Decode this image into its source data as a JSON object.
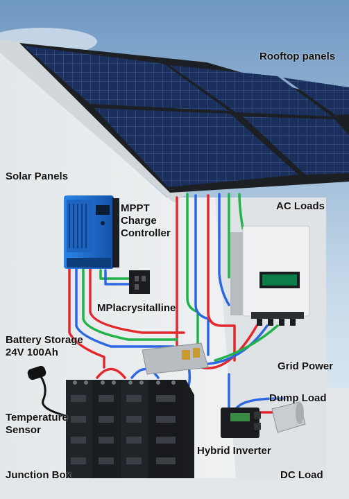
{
  "labels": {
    "rooftop_panels": "Rooftop panels",
    "solar_panels": "Solar Panels",
    "ac_loads": "AC Loads",
    "mppt_line1": "MPPT",
    "mppt_line2": "Charge",
    "mppt_line3": "Controller",
    "polycrystalline": "MPlacrysitalline",
    "battery_line1": "Battery Storage",
    "battery_line2": "24V 100Ah",
    "grid_power": "Grid Power",
    "dump_load": "Dump Load",
    "temperature_line1": "Temperature",
    "temperature_line2": "Sensor",
    "hybrid_inverter": "Hybrid Inverter",
    "junction_box": "Junction Box",
    "dc_load": "DC Load"
  },
  "inverter_display": "",
  "colors": {
    "sky_top": "#7ea4c9",
    "sky_bottom": "#dce8f1",
    "ground": "#e6e9ec",
    "wall": "#eceff1",
    "roof_edge": "#d7dce0",
    "panel": "#1b2f5c",
    "panel_frame": "#1c1f24",
    "controller": "#1f74d6",
    "inverter": "#eef0f1",
    "inverter_screen": "#0d7e4a",
    "battery": "#1a1c1f",
    "wire_red": "#e2272d",
    "wire_green": "#21b24a",
    "wire_blue": "#2c66e0"
  }
}
